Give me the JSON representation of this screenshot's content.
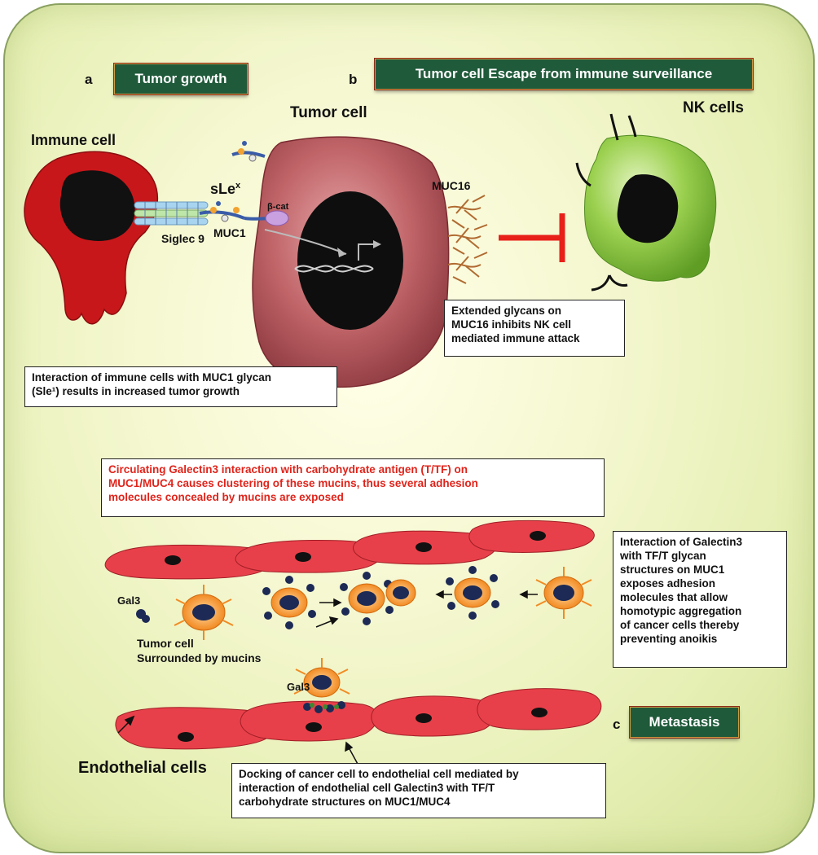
{
  "panels": {
    "a": {
      "letter": "a",
      "title": "Tumor growth"
    },
    "b": {
      "letter": "b",
      "title": "Tumor cell Escape from immune surveillance"
    },
    "c": {
      "letter": "c",
      "title": "Metastasis"
    }
  },
  "labels": {
    "immune_cell": "Immune cell",
    "tumor_cell": "Tumor cell",
    "nk_cells": "NK  cells",
    "siglec9": "Siglec 9",
    "slex": "sLe",
    "slex_sup": "x",
    "muc1": "MUC1",
    "beta_cat": "β-cat",
    "muc16": "MUC16",
    "gal3_top": "Gal3",
    "gal3_bottom": "Gal3",
    "tumor_cell_mucins_1": "Tumor cell",
    "tumor_cell_mucins_2": "Surrounded by mucins",
    "endothelial": "Endothelial cells"
  },
  "boxes": {
    "muc16_text": [
      "Extended glycans on",
      "MUC16 inhibits NK cell",
      "mediated immune attack"
    ],
    "immune_text": [
      "Interaction of immune cells with MUC1 glycan",
      "(Sle¹) results in increased tumor growth"
    ],
    "galectin_red": [
      "Circulating Galectin3 interaction with carbohydrate antigen (T/TF) on",
      "MUC1/MUC4 causes clustering of these mucins, thus several adhesion",
      "molecules concealed by mucins are exposed"
    ],
    "galectin_side": [
      "Interaction of Galectin3",
      "with TF/T glycan",
      "structures on MUC1",
      "exposes adhesion",
      "molecules that allow",
      "homotypic aggregation",
      "of cancer cells thereby",
      "preventing anoikis"
    ],
    "docking": [
      "Docking of cancer cell to endothelial cell mediated by",
      "interaction of endothelial cell Galectin3 with TF/T",
      "carbohydrate structures on MUC1/MUC4"
    ]
  },
  "colors": {
    "header_bg": "#1f5a3a",
    "immune_cell": "#c8171a",
    "tumor_cell": "#b85a5e",
    "nk_cell": "#8cc63f",
    "endothelial": "#e8404a",
    "inhibit": "#e8201a",
    "highlight_text": "#e0241b"
  }
}
